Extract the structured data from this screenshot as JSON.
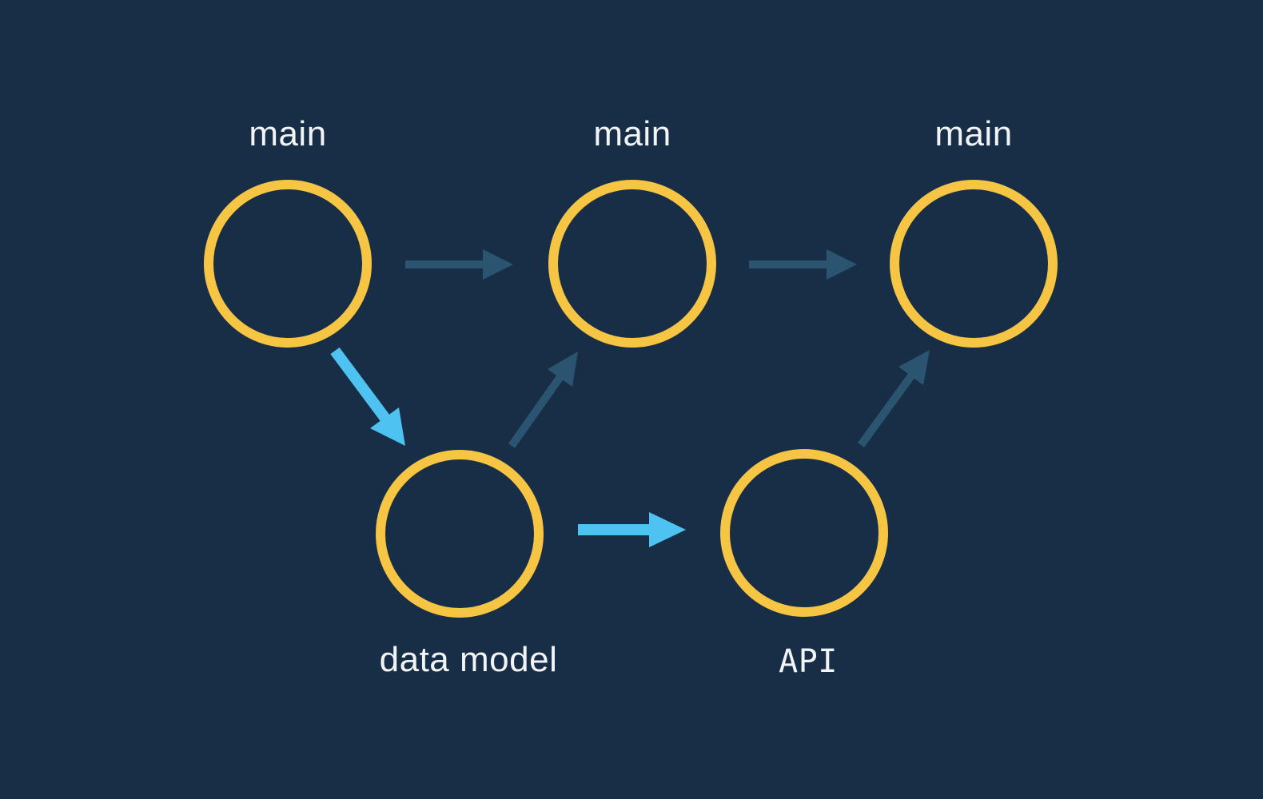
{
  "colors": {
    "background": "#172E46",
    "node_stroke": "#F5C543",
    "arrow_primary": "#2A5470",
    "arrow_highlight": "#4EC3F1",
    "label_text": "#F2F5F7"
  },
  "diagram": {
    "type": "git-branch-graph",
    "nodes": [
      {
        "id": "main-1",
        "label": "main",
        "branch": "main",
        "label_position": "above"
      },
      {
        "id": "main-2",
        "label": "main",
        "branch": "main",
        "label_position": "above"
      },
      {
        "id": "main-3",
        "label": "main",
        "branch": "main",
        "label_position": "above"
      },
      {
        "id": "data-model",
        "label": "data model",
        "branch": "data model",
        "label_position": "below"
      },
      {
        "id": "api",
        "label": "API",
        "branch": "API",
        "label_position": "below"
      }
    ],
    "edges": [
      {
        "from": "main-1",
        "to": "main-2",
        "style": "primary",
        "direction": "right"
      },
      {
        "from": "main-2",
        "to": "main-3",
        "style": "primary",
        "direction": "right"
      },
      {
        "from": "main-1",
        "to": "data-model",
        "style": "highlight",
        "direction": "down-right"
      },
      {
        "from": "data-model",
        "to": "api",
        "style": "highlight",
        "direction": "right"
      },
      {
        "from": "data-model",
        "to": "main-2",
        "style": "primary",
        "direction": "up-right"
      },
      {
        "from": "api",
        "to": "main-3",
        "style": "primary",
        "direction": "up-right"
      }
    ]
  }
}
